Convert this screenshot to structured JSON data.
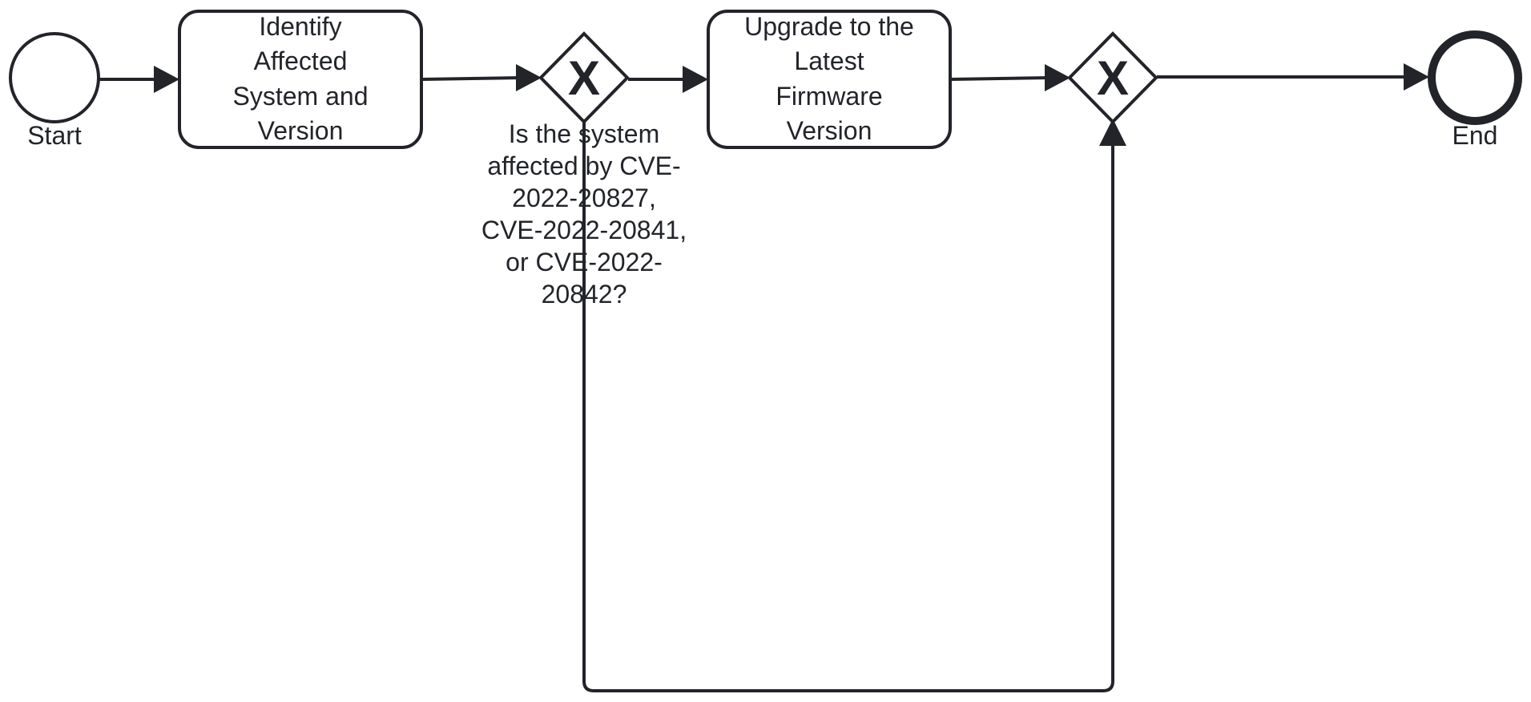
{
  "diagram": {
    "start_event": {
      "label": "Start"
    },
    "end_event": {
      "label": "End"
    },
    "task_identify": {
      "lines": [
        "Identify",
        "Affected",
        "System and",
        "Version"
      ]
    },
    "task_upgrade": {
      "lines": [
        "Upgrade to the",
        "Latest",
        "Firmware",
        "Version"
      ]
    },
    "gateway_decision": {
      "marker": "X",
      "question_lines": [
        "Is the system",
        "affected by CVE-",
        "2022-20827,",
        "CVE-2022-20841,",
        "or CVE-2022-",
        "20842?"
      ]
    },
    "gateway_merge": {
      "marker": "X"
    }
  }
}
